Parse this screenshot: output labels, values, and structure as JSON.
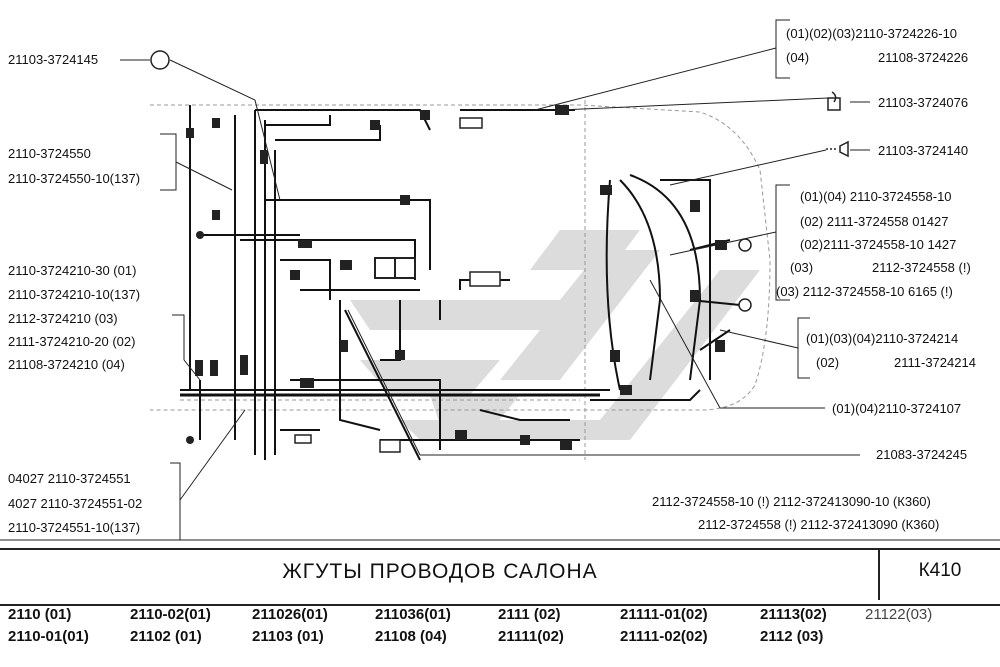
{
  "left_labels": {
    "l1": "21103-3724145",
    "l2a": "2110-3724550",
    "l2b": "2110-3724550-10(137)",
    "l3a": "2110-3724210-30  (01)",
    "l3b": "2110-3724210-10(137)",
    "l3c": "2112-3724210          (03)",
    "l3d": "2111-3724210-20 (02)",
    "l3e": "21108-3724210       (04)",
    "l4a": "04027 2110-3724551",
    "l4b": "4027 2110-3724551-02",
    "l4c": "2110-3724551-10(137)"
  },
  "right_labels": {
    "r1a": "(01)(02)(03)2110-3724226-10",
    "r1b": "(04)",
    "r1c": "21108-3724226",
    "r2": "21103-3724076",
    "r3": "21103-3724140",
    "r4a": "(01)(04)  2110-3724558-10",
    "r4b": "(02)  2111-3724558 01427",
    "r4c": "(02)2111-3724558-10 1427",
    "r4d": "(03)",
    "r4e": "2112-3724558 (!)",
    "r4f": "(03) 2112-3724558-10 6165 (!)",
    "r5a": "(01)(03)(04)2110-3724214",
    "r5b": "(02)",
    "r5c": "2111-3724214",
    "r6": "(01)(04)2110-3724107",
    "r7": "21083-3724245",
    "r8a": "2112-3724558-10 (!) 2112-372413090-10 (К360)",
    "r8b": "2112-3724558 (!) 2112-372413090 (К360)"
  },
  "title": "ЖГУТЫ  ПРОВОДОВ  САЛОНА",
  "code": "К410",
  "models": {
    "m1": "2110     (01)",
    "m2": "2110-02(01)",
    "m3": "211026(01)",
    "m4": "211036(01)",
    "m5": "2111   (02)",
    "m6": "21111-01(02)",
    "m7": "21113(02)",
    "m8": "21122(03)",
    "m9": "2110-01(01)",
    "m10": "21102    (01)",
    "m11": "21103  (01)",
    "m12": "21108  (04)",
    "m13": "21111(02)",
    "m14": "21111-02(02)",
    "m15": "2112    (03)"
  }
}
